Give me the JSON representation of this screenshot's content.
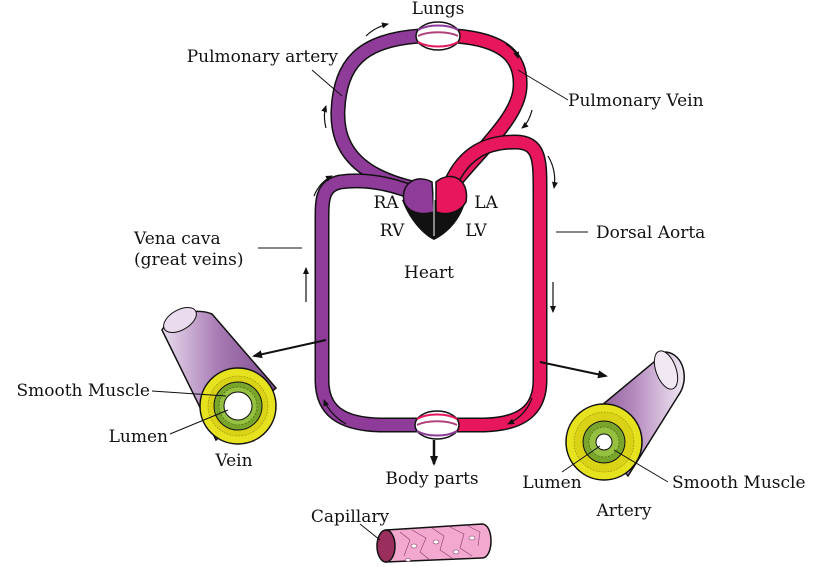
{
  "labels": {
    "lungs": "Lungs",
    "pulmonary_artery": "Pulmonary artery",
    "pulmonary_vein": "Pulmonary Vein",
    "ra": "RA",
    "la": "LA",
    "rv": "RV",
    "lv": "LV",
    "heart": "Heart",
    "vena_cava_line1": "Vena cava",
    "vena_cava_line2": "(great veins)",
    "dorsal_aorta": "Dorsal Aorta",
    "smooth_muscle_vein": "Smooth Muscle",
    "lumen_vein": "Lumen",
    "vein": "Vein",
    "body_parts": "Body parts",
    "lumen_artery": "Lumen",
    "smooth_muscle_artery": "Smooth Muscle",
    "artery": "Artery",
    "capillary": "Capillary"
  },
  "colors": {
    "deoxygenated": "#8e3b9a",
    "oxygenated": "#e8175d",
    "heart_fill": "#111111",
    "vessel_wall": "#b58abf",
    "muscle_yellow": "#e6e21e",
    "muscle_green": "#7aa52b",
    "capillary_pink": "#f3a9cf"
  }
}
